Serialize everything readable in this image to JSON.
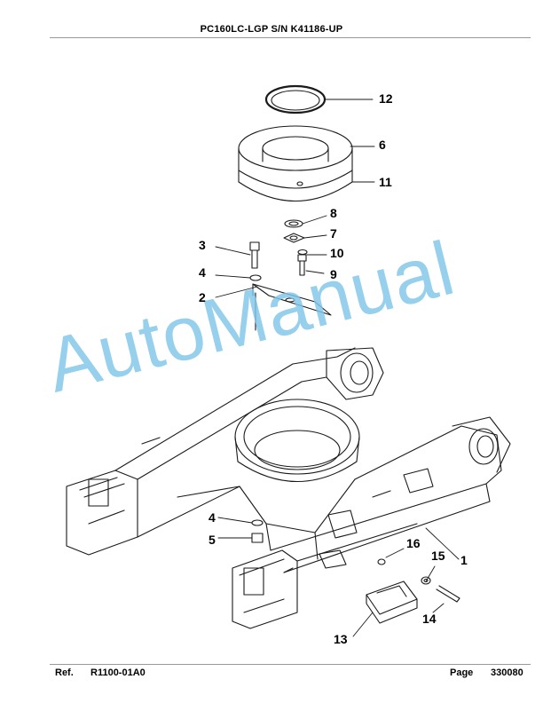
{
  "header": {
    "title": "PC160LC-LGP S/N K41186-UP"
  },
  "footer": {
    "ref_label": "Ref.",
    "ref_code": "R1100-01A0",
    "page_label": "Page",
    "page_number": "330080"
  },
  "watermark": {
    "text": "AutoManual"
  },
  "callouts": {
    "c12": "12",
    "c6": "6",
    "c11": "11",
    "c8": "8",
    "c7": "7",
    "c3": "3",
    "c10": "10",
    "c4a": "4",
    "c9": "9",
    "c2": "2",
    "c4b": "4",
    "c5": "5",
    "c16": "16",
    "c1": "1",
    "c15": "15",
    "c14": "14",
    "c13": "13"
  }
}
